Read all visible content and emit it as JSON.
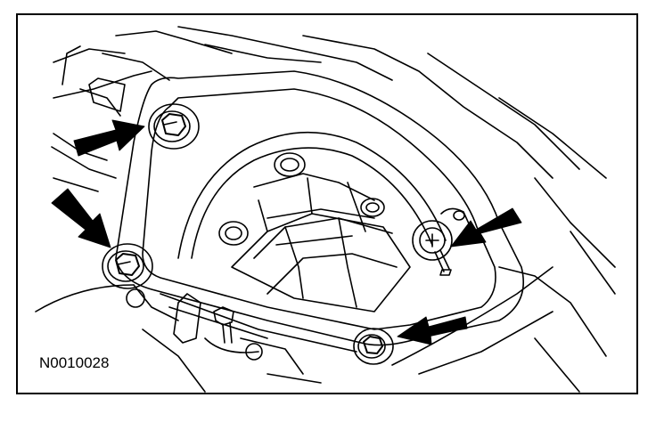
{
  "figure": {
    "id_label": "N0010028"
  },
  "colors": {
    "line": "#000000",
    "background": "#ffffff"
  },
  "callouts": [
    {
      "target": "upper-left-bolt",
      "icon": "arrow-icon"
    },
    {
      "target": "lower-left-bolt",
      "icon": "arrow-icon"
    },
    {
      "target": "lower-right-bolt",
      "icon": "arrow-icon"
    },
    {
      "target": "right-stud-nut",
      "icon": "arrow-icon"
    }
  ]
}
